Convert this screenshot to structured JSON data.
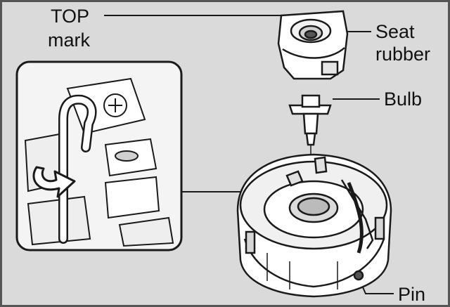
{
  "labels": {
    "top_mark_line1": "TOP",
    "top_mark_line2": "mark",
    "seat_rubber_line1": "Seat",
    "seat_rubber_line2": "rubber",
    "bulb": "Bulb",
    "pin": "Pin"
  },
  "colors": {
    "background": "#dadada",
    "line": "#1a1a1a",
    "inset_fill": "#f4f4f4",
    "arrow_fill": "#ffffff"
  }
}
